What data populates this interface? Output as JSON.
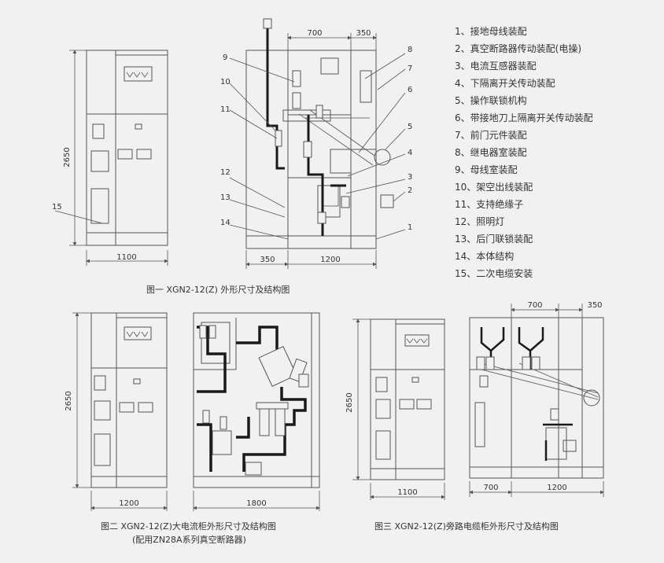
{
  "figures": {
    "fig1": {
      "caption": "图一 XGN2-12(Z) 外形尺寸及结构图",
      "front_height": "2650",
      "front_width": "1100",
      "side_top_left": "700",
      "side_top_right": "350",
      "side_bottom_left": "350",
      "side_bottom_right": "1200"
    },
    "fig2": {
      "caption_line1": "图二 XGN2-12(Z)大电流柜外形尺寸及结构图",
      "caption_line2": "(配用ZN28A系列真空断路器)",
      "front_height": "2650",
      "front_width": "1200",
      "side_width": "1800"
    },
    "fig3": {
      "caption": "图三 XGN2-12(Z)旁路电缆柜外形尺寸及结构图",
      "front_height": "2650",
      "front_width": "1100",
      "side_top_left": "700",
      "side_top_right": "350",
      "side_bottom_left": "700",
      "side_bottom_right": "1200"
    }
  },
  "callouts": [
    "1",
    "2",
    "3",
    "4",
    "5",
    "6",
    "7",
    "8",
    "9",
    "10",
    "11",
    "12",
    "13",
    "14",
    "15"
  ],
  "legend": [
    "1、接地母线装配",
    "2、真空断路器传动装配(电操)",
    "3、电流互感器装配",
    "4、下隔离开关传动装配",
    "5、操作联锁机构",
    "6、带接地刀上隔离开关传动装配",
    "7、前门元件装配",
    "8、继电器室装配",
    "9、母线室装配",
    "10、架空出线装配",
    "11、支持绝缘子",
    "12、照明灯",
    "13、后门联锁装配",
    "14、本体结构",
    "15、二次电缆安装"
  ],
  "colors": {
    "line": "#555555",
    "thick": "#1a1a1a",
    "text": "#333333",
    "background": "#f1f1f1"
  }
}
